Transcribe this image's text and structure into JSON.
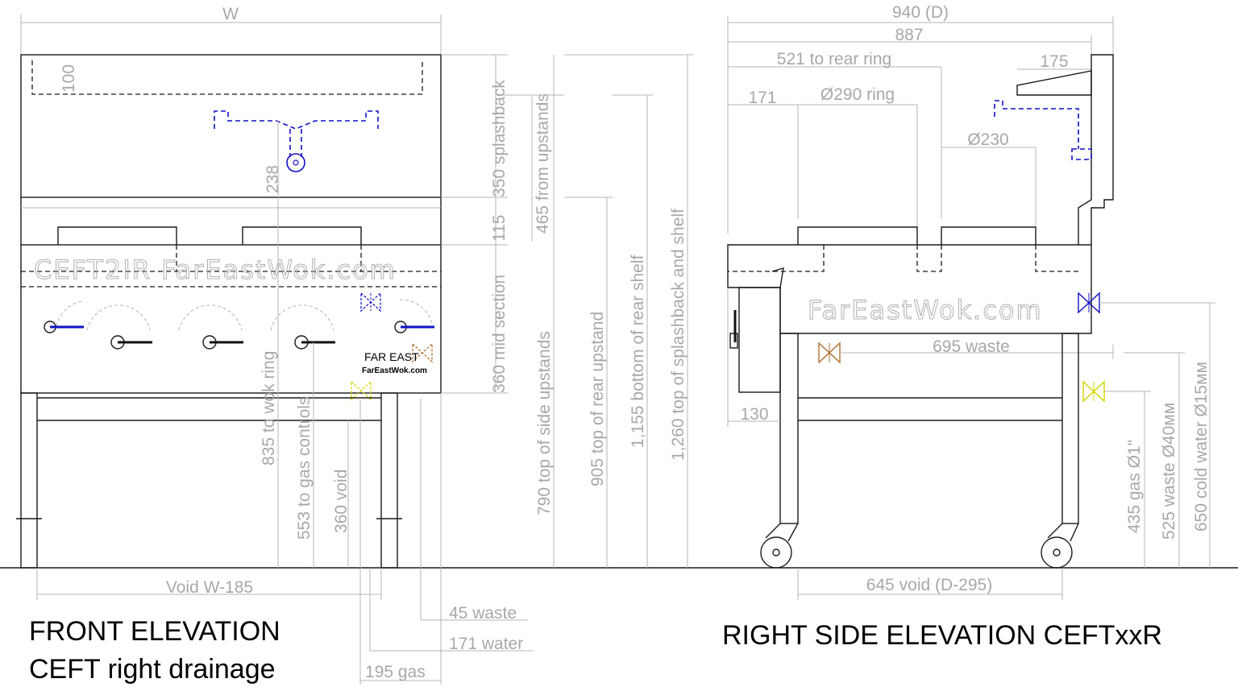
{
  "front": {
    "title_line1": "FRONT ELEVATION",
    "title_line2": "CEFT right drainage",
    "watermark": "CEFT2IR FarEastWok.com",
    "brand": "FAR EAST",
    "brand_url": "FarEastWok.com",
    "dims": {
      "width": "W",
      "d100": "100",
      "d238": "238",
      "splashback": "350 splashback",
      "mid": "115",
      "from_upstands": "465 from upstands",
      "mid_section": "360 mid section",
      "wok_ring": "835 to wok ring",
      "gas_controls": "553 to gas controls",
      "void": "360 void",
      "side_upstands": "790 top of side upstands",
      "rear_upstand": "905 top of rear upstand",
      "rear_shelf": "1,155 bottom of rear shelf",
      "splash_shelf": "1,260 top of splashback and shelf",
      "void_w": "Void W-185",
      "waste": "45 waste",
      "water": "171 water",
      "gas": "195 gas"
    }
  },
  "side": {
    "title": "RIGHT SIDE ELEVATION CEFTxxR",
    "watermark": "FarEastWok.com",
    "dims": {
      "depth": "940 (D)",
      "d887": "887",
      "rear_ring": "521 to rear ring",
      "d175": "175",
      "d171": "171",
      "ring290": "Ø290 ring",
      "ring230": "Ø230",
      "waste695": "695 waste",
      "d130": "130",
      "gas435": "435 gas Ø1\"",
      "waste525": "525 waste Ø40мм",
      "water650": "650 cold water Ø15мм",
      "void645": "645 void (D-295)"
    }
  },
  "colors": {
    "line": "#1a1a1a",
    "dimension": "#a8a8a8",
    "tap": "#1010c8",
    "gas_valve": "#d4d400",
    "waste_valve": "#b07030"
  }
}
